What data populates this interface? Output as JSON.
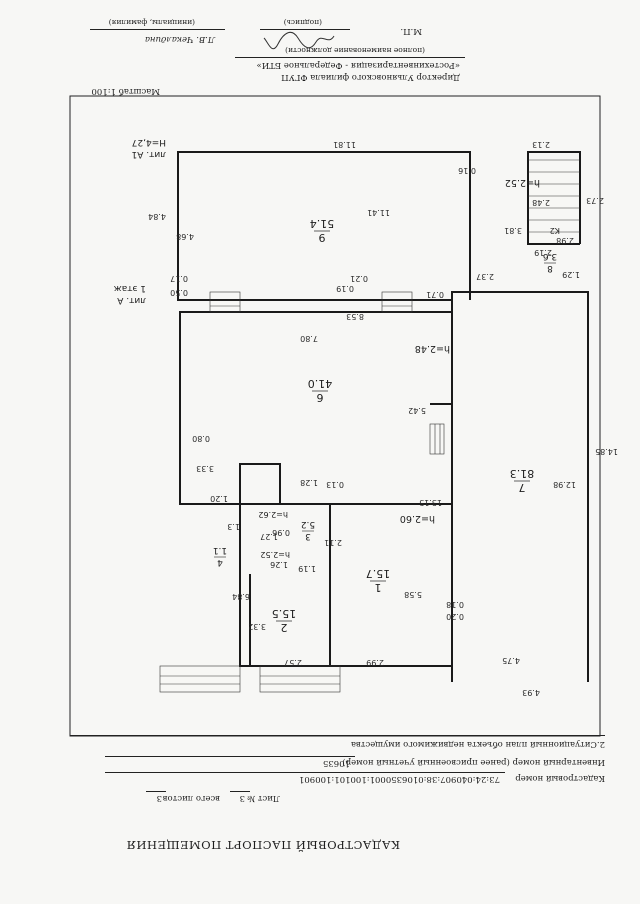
{
  "header": {
    "title": "КАДАСТРОВЫЙ ПАСПОРТ ПОМЕЩЕНИЯ",
    "sheet_label": "Лист №",
    "sheet_no": "3",
    "sheets_label": "всего листов",
    "sheets_total": "3",
    "cadastral_label": "Кадастровый номер",
    "cadastral_no": "73:24:040907:38:0106350001:100101:100901",
    "inventory_label": "Инвентарный номер (ранее присвоенный учетный номер)",
    "inventory_no": "10635",
    "plan_label": "2.Ситуационный план объекта недвижимого имущества"
  },
  "footer": {
    "scale": "Масштаб 1:100",
    "director_line1": "Директор  Ульяновского филиала ФГУП",
    "director_line2": "«Ростехинвентаризация - Федеральное БТИ»",
    "position_caption": "(полное наименование должности)",
    "mp": "М.П.",
    "signature_caption": "(подпись)",
    "name_handwritten": "Л.В. Чекалдина",
    "name_caption": "(инициалы, фамилия)"
  },
  "plan": {
    "lit_a1": "лит. А1",
    "h_a1": "Н=4,27",
    "lit_a": "лит. А",
    "floor": "1 этаж",
    "rooms": [
      {
        "no": "9",
        "area": "51.4"
      },
      {
        "no": "6",
        "area": "41.0"
      },
      {
        "no": "7",
        "area": "81.3"
      },
      {
        "no": "1",
        "area": "15.7"
      },
      {
        "no": "2",
        "area": "15.5"
      },
      {
        "no": "3",
        "area": "5.2"
      },
      {
        "no": "4",
        "area": "1.1"
      },
      {
        "no": "8",
        "area": "3.6"
      }
    ],
    "heights": [
      "h=2.52",
      "h=2.48",
      "h=2.60",
      "h=2.62",
      "h=2.52"
    ],
    "dims": [
      "11.81",
      "4.84",
      "4.68",
      "7.80",
      "8.53",
      "5.42",
      "0.80",
      "12.98",
      "14.85",
      "13.15",
      "6.84",
      "3.32",
      "2.57",
      "2.99",
      "5.58",
      "4.75",
      "4.93",
      "2.13",
      "2.73",
      "2.98",
      "3.81",
      "2.19",
      "1.29",
      "2.37",
      "0.71",
      "1.28",
      "2.11",
      "1.19",
      "1.20",
      "3.33",
      "1.27",
      "0.17",
      "0.50",
      "0.13",
      "0.18",
      "0.20",
      "0.19",
      "0.21",
      "0.16",
      "2.48",
      "1.3",
      "0.96",
      "1.26",
      "K2",
      "11.41"
    ]
  }
}
